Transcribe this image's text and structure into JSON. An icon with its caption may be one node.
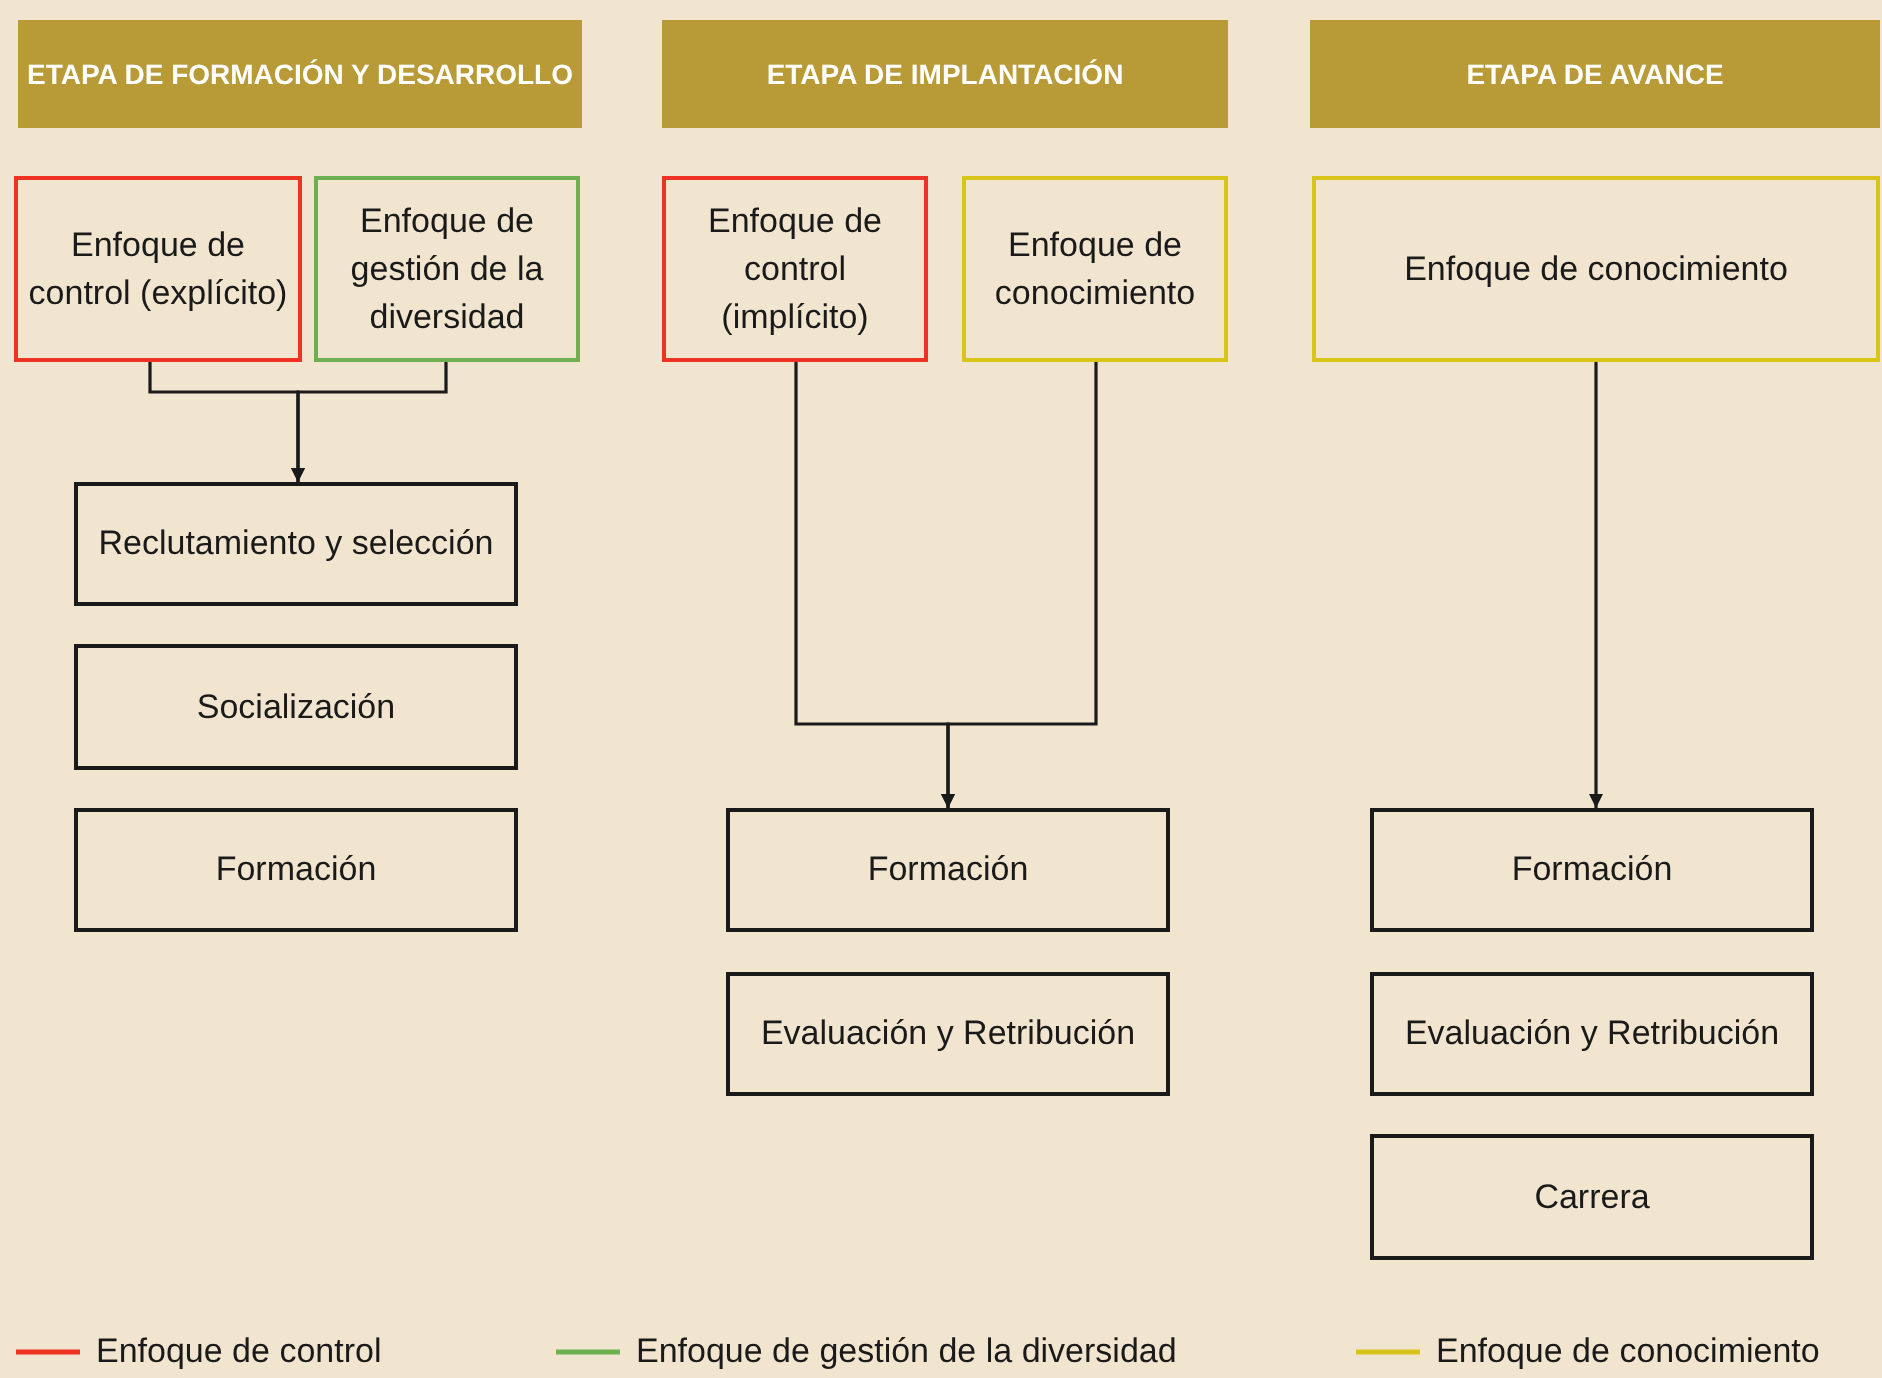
{
  "diagram": {
    "nodes": [
      {
        "text": [
          "ETAPA DE FORMACIÓN Y DESARROLLO"
        ]
      },
      {
        "text": [
          "ETAPA DE IMPLANTACIÓN"
        ]
      },
      {
        "text": [
          "ETAPA DE AVANCE"
        ]
      },
      {
        "text": [
          "Enfoque de control (explícito)"
        ]
      },
      {
        "text": [
          "Enfoque de gestión de la diversidad"
        ]
      },
      {
        "text": [
          "Reclutamiento y selección"
        ]
      },
      {
        "text": [
          "Socialización"
        ]
      },
      {
        "text": [
          "Formación"
        ]
      },
      {
        "text": [
          "Enfoque de control (implícito)"
        ]
      },
      {
        "text": [
          "Enfoque de conocimiento"
        ]
      },
      {
        "text": [
          "Formación"
        ]
      },
      {
        "text": [
          "Evaluación y Retribución"
        ]
      },
      {
        "text": [
          "Enfoque de conocimiento"
        ]
      },
      {
        "text": [
          "Formación"
        ]
      },
      {
        "text": [
          "Evaluación y Retribución"
        ]
      },
      {
        "text": [
          "Carrera"
        ]
      }
    ],
    "edges": [
      {
        "from": 3,
        "to": 5,
        "arrow": "to"
      },
      {
        "from": 4,
        "to": 5,
        "arrow": "to"
      },
      {
        "from": 8,
        "to": 10,
        "arrow": "to"
      },
      {
        "from": 9,
        "to": 10,
        "arrow": "to"
      },
      {
        "from": 12,
        "to": 13,
        "arrow": "to"
      }
    ],
    "legend": [
      {
        "text": "Enfoque de control",
        "color": "#ee3224"
      },
      {
        "text": "Enfoque de gestión de la diversidad",
        "color": "#6db04f"
      },
      {
        "text": "Enfoque de conocimiento",
        "color": "#d9c41a"
      }
    ]
  }
}
